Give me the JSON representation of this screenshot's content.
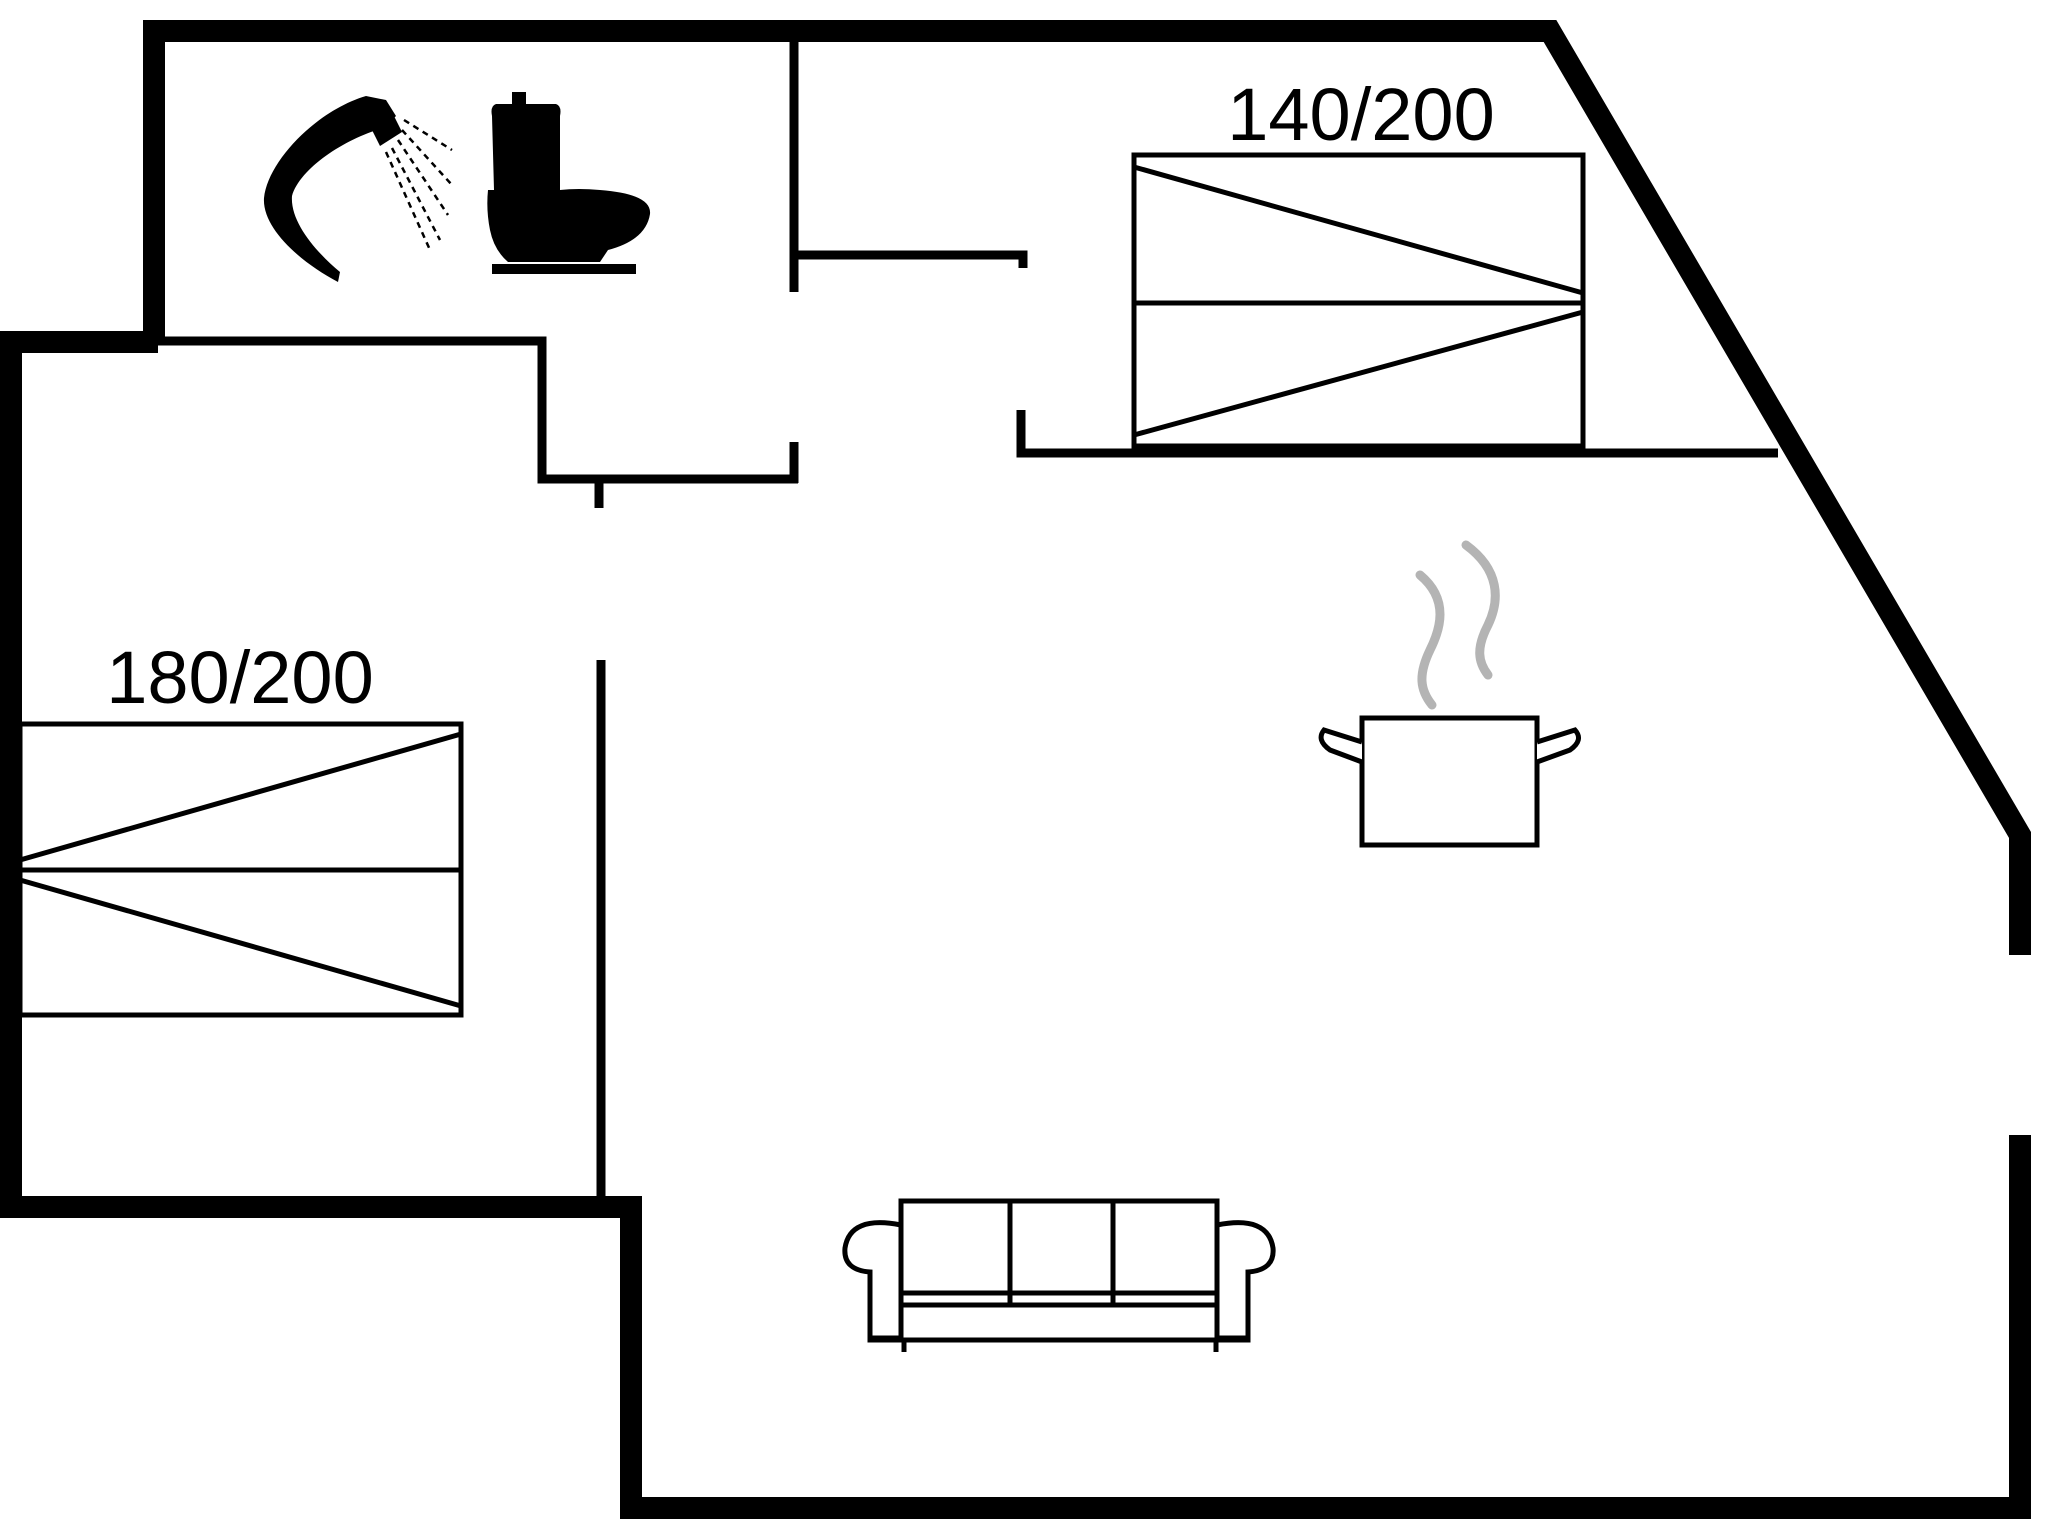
{
  "floorplan": {
    "beds": [
      {
        "id": "bed-bedroom-top",
        "label": "140/200"
      },
      {
        "id": "bed-bedroom-left",
        "label": "180/200"
      }
    ],
    "icons": [
      "shower-icon",
      "toilet-icon",
      "cooking-pot-icon",
      "sofa-icon"
    ],
    "colors": {
      "wall": "#000000",
      "background": "#ffffff",
      "steam": "#b4b4b4"
    }
  }
}
